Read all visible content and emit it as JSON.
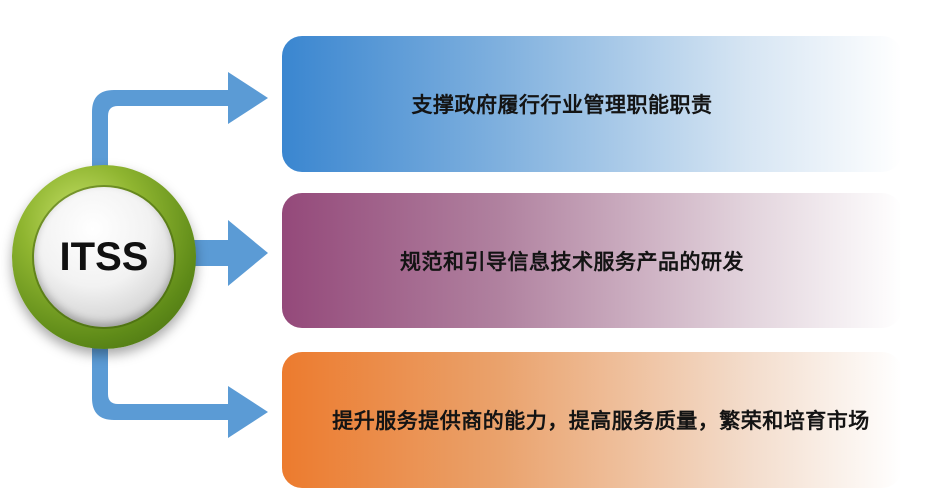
{
  "hub": {
    "label": "ITSS"
  },
  "items": [
    {
      "text": "支撑政府履行行业管理职能职责",
      "color": "#3a86d0"
    },
    {
      "text": "规范和引导信息技术服务产品的研发",
      "color": "#94497a"
    },
    {
      "text": "提升服务提供商的能力，提高服务质量，繁荣和培育市场",
      "color": "#ec7b2e"
    }
  ],
  "colors": {
    "connector": "#5b9bd5",
    "hub_ring": "#7ba428"
  }
}
